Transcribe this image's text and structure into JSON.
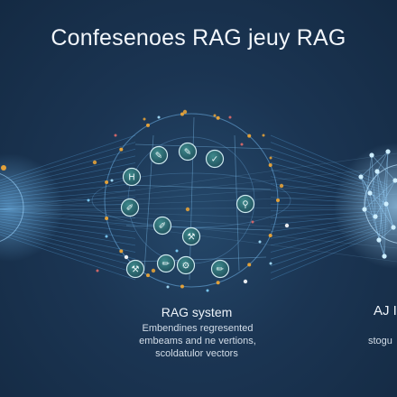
{
  "title": "Confesenoes RAG јeuy RAG",
  "center": {
    "label": "RAG system",
    "description": [
      "Embendines regresented",
      "embeams and ne vertions,",
      "scoldatulor vectors"
    ]
  },
  "right": {
    "label": "AJ I",
    "description": "stogu"
  },
  "colors": {
    "background": "#1b3553",
    "accent_orange": "#e2a13a",
    "node_teal": "#2f6f74",
    "line_blue": "#5aa9e6"
  },
  "icons": [
    "h-icon",
    "edit-icon",
    "edit-icon",
    "check-icon",
    "pen-icon",
    "pin-icon",
    "pen-icon",
    "wrench-icon",
    "pencil-icon",
    "tool-icon",
    "pencil-icon",
    "hammer-icon"
  ]
}
